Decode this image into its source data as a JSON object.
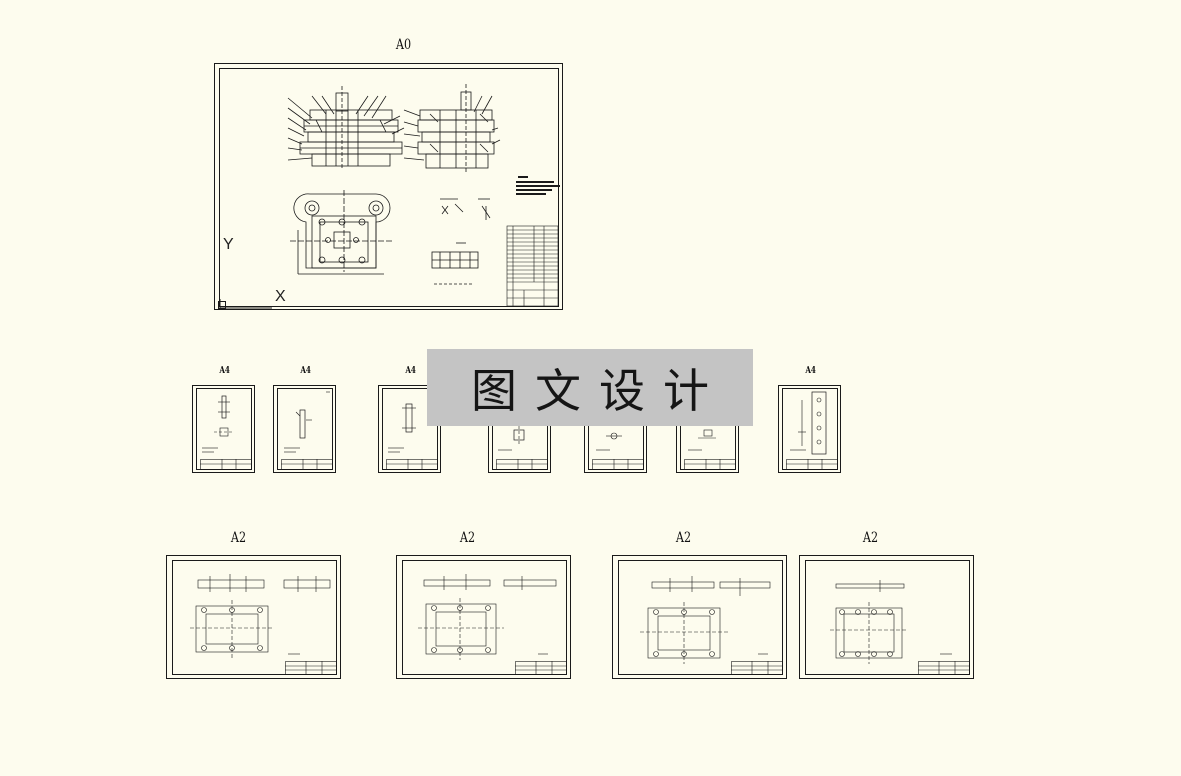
{
  "colors": {
    "background": "#fdfcee",
    "line": "#1a1a1a",
    "watermark_bg": "#c4c4c4"
  },
  "sheets": {
    "a0": {
      "label": "A0"
    },
    "a4": [
      {
        "label": "A4"
      },
      {
        "label": "A4"
      },
      {
        "label": "A4"
      },
      {
        "label": "A4"
      }
    ],
    "a2": [
      {
        "label": "A2"
      },
      {
        "label": "A2"
      },
      {
        "label": "A2"
      },
      {
        "label": "A2"
      }
    ]
  },
  "ucs": {
    "y_label": "Y",
    "x_label": "X"
  },
  "watermark": {
    "text": "图文设计"
  }
}
